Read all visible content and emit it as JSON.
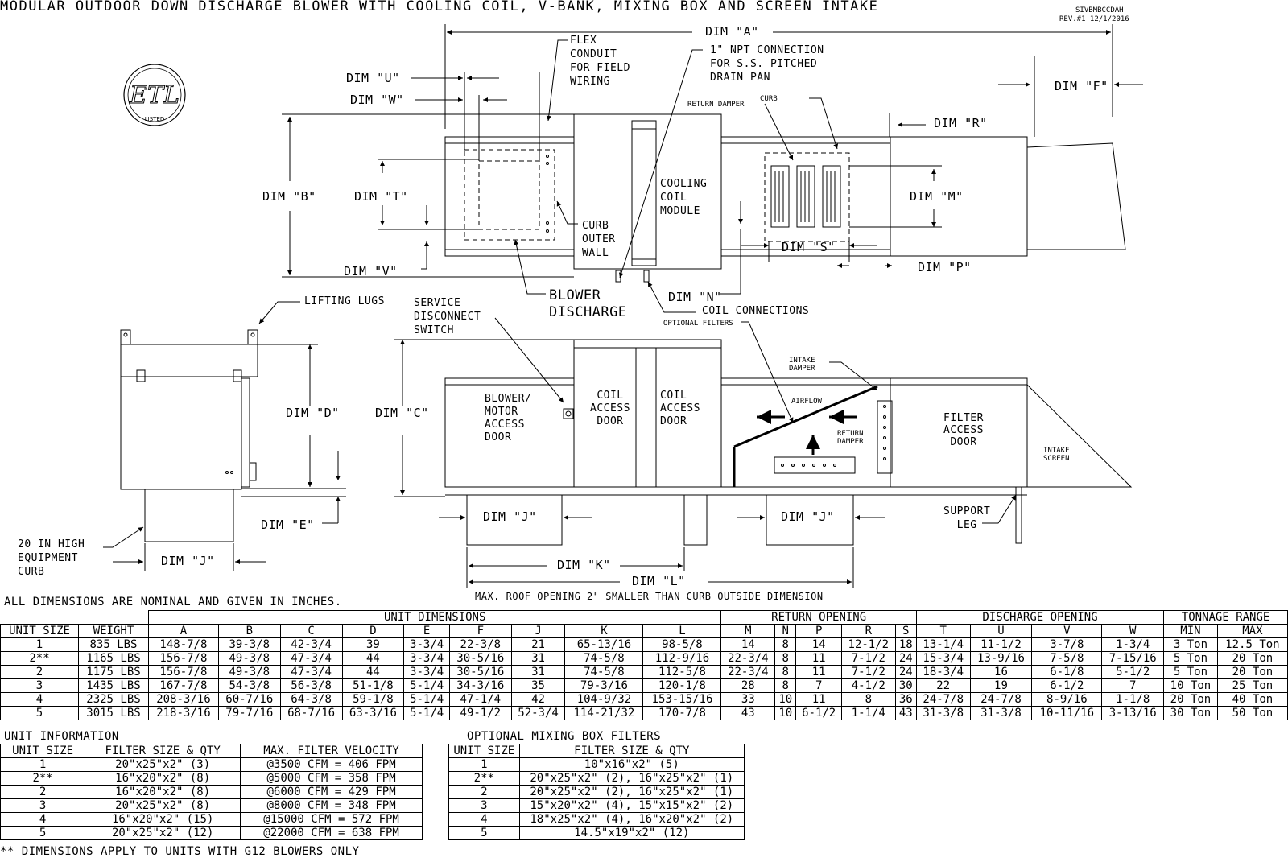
{
  "title": "MODULAR OUTDOOR DOWN DISCHARGE BLOWER WITH COOLING COIL, V-BANK, MIXING BOX AND SCREEN INTAKE",
  "revision": {
    "code": "SIVBMBCCDAH",
    "rev": "REV.#1 12/1/2016"
  },
  "logo": {
    "text": "ETL",
    "sub": "LISTED"
  },
  "labels": {
    "dim_a": "DIM \"A\"",
    "dim_b": "DIM \"B\"",
    "dim_c": "DIM \"C\"",
    "dim_d": "DIM \"D\"",
    "dim_e": "DIM \"E\"",
    "dim_f": "DIM \"F\"",
    "dim_j1": "DIM \"J\"",
    "dim_j2": "DIM \"J\"",
    "dim_j3": "DIM \"J\"",
    "dim_k": "DIM \"K\"",
    "dim_l": "DIM \"L\"",
    "dim_m": "DIM \"M\"",
    "dim_n": "DIM \"N\"",
    "dim_p": "DIM \"P\"",
    "dim_r": "DIM \"R\"",
    "dim_s": "DIM \"S\"",
    "dim_t": "DIM \"T\"",
    "dim_u": "DIM \"U\"",
    "dim_v": "DIM \"V\"",
    "dim_w": "DIM \"W\"",
    "flex": "FLEX\nCONDUIT\nFOR FIELD\nWIRING",
    "npt": "1\" NPT CONNECTION\nFOR S.S. PITCHED\nDRAIN PAN",
    "return_damper_top": "RETURN DAMPER",
    "curb_top": "CURB",
    "cooling_coil": "COOLING\nCOIL\nMODULE",
    "curb_outer": "CURB\nOUTER\nWALL",
    "blower_discharge": "BLOWER\nDISCHARGE",
    "coil_connections": "COIL CONNECTIONS",
    "lifting_lugs": "LIFTING LUGS",
    "service_disconnect": "SERVICE\nDISCONNECT\nSWITCH",
    "optional_filters": "OPTIONAL FILTERS",
    "intake_damper": "INTAKE\nDAMPER",
    "airflow": "AIRFLOW",
    "return_damper_side": "RETURN\nDAMPER",
    "blower_motor": "BLOWER/\nMOTOR\nACCESS\nDOOR",
    "coil_access1": "COIL\nACCESS\nDOOR",
    "coil_access2": "COIL\nACCESS\nDOOR",
    "filter_access": "FILTER\nACCESS\nDOOR",
    "intake_screen": "INTAKE\nSCREEN",
    "support_leg": "SUPPORT\nLEG",
    "curb_20in": "20 IN HIGH\nEQUIPMENT\nCURB",
    "roof_opening": "MAX. ROOF OPENING 2\" SMALLER THAN CURB OUTSIDE DIMENSION"
  },
  "nominal_note": "ALL DIMENSIONS ARE NOMINAL AND GIVEN IN INCHES.",
  "main_table": {
    "group_headers": [
      "UNIT DIMENSIONS",
      "RETURN OPENING",
      "DISCHARGE OPENING",
      "TONNAGE RANGE"
    ],
    "columns": [
      "UNIT SIZE",
      "WEIGHT",
      "A",
      "B",
      "C",
      "D",
      "E",
      "F",
      "J",
      "K",
      "L",
      "M",
      "N",
      "P",
      "R",
      "S",
      "T",
      "U",
      "V",
      "W",
      "MIN",
      "MAX"
    ],
    "rows": [
      [
        "1",
        "835 LBS",
        "148-7/8",
        "39-3/8",
        "42-3/4",
        "39",
        "3-3/4",
        "22-3/8",
        "21",
        "65-13/16",
        "98-5/8",
        "14",
        "8",
        "14",
        "12-1/2",
        "18",
        "13-1/4",
        "11-1/2",
        "3-7/8",
        "1-3/4",
        "3 Ton",
        "12.5 Ton"
      ],
      [
        "2**",
        "1165 LBS",
        "156-7/8",
        "49-3/8",
        "47-3/4",
        "44",
        "3-3/4",
        "30-5/16",
        "31",
        "74-5/8",
        "112-9/16",
        "22-3/4",
        "8",
        "11",
        "7-1/2",
        "24",
        "15-3/4",
        "13-9/16",
        "7-5/8",
        "7-15/16",
        "5 Ton",
        "20 Ton"
      ],
      [
        "2",
        "1175 LBS",
        "156-7/8",
        "49-3/8",
        "47-3/4",
        "44",
        "3-3/4",
        "30-5/16",
        "31",
        "74-5/8",
        "112-5/8",
        "22-3/4",
        "8",
        "11",
        "7-1/2",
        "24",
        "18-3/4",
        "16",
        "6-1/8",
        "5-1/2",
        "5 Ton",
        "20 Ton"
      ],
      [
        "3",
        "1435 LBS",
        "167-7/8",
        "54-3/8",
        "56-3/8",
        "51-1/8",
        "5-1/4",
        "34-3/16",
        "35",
        "79-3/16",
        "120-1/8",
        "28",
        "8",
        "7",
        "4-1/2",
        "30",
        "22",
        "19",
        "6-1/2",
        "7",
        "10 Ton",
        "25 Ton"
      ],
      [
        "4",
        "2325 LBS",
        "208-3/16",
        "60-7/16",
        "64-3/8",
        "59-1/8",
        "5-1/4",
        "47-1/4",
        "42",
        "104-9/32",
        "153-15/16",
        "33",
        "10",
        "11",
        "8",
        "36",
        "24-7/8",
        "24-7/8",
        "8-9/16",
        "1-1/8",
        "20 Ton",
        "40 Ton"
      ],
      [
        "5",
        "3015 LBS",
        "218-3/16",
        "79-7/16",
        "68-7/16",
        "63-3/16",
        "5-1/4",
        "49-1/2",
        "52-3/4",
        "114-21/32",
        "170-7/8",
        "43",
        "10",
        "6-1/2",
        "1-1/4",
        "43",
        "31-3/8",
        "31-3/8",
        "10-11/16",
        "3-13/16",
        "30 Ton",
        "50 Ton"
      ]
    ]
  },
  "unit_info": {
    "caption": "UNIT INFORMATION",
    "columns": [
      "UNIT SIZE",
      "FILTER SIZE & QTY",
      "MAX. FILTER VELOCITY"
    ],
    "rows": [
      [
        "1",
        "20\"x25\"x2\" (3)",
        "@3500 CFM = 406 FPM"
      ],
      [
        "2**",
        "16\"x20\"x2\" (8)",
        "@5000 CFM = 358 FPM"
      ],
      [
        "2",
        "16\"x20\"x2\" (8)",
        "@6000 CFM = 429 FPM"
      ],
      [
        "3",
        "20\"x25\"x2\" (8)",
        "@8000 CFM = 348 FPM"
      ],
      [
        "4",
        "16\"x20\"x2\" (15)",
        "@15000 CFM = 572 FPM"
      ],
      [
        "5",
        "20\"x25\"x2\" (12)",
        "@22000 CFM = 638 FPM"
      ]
    ]
  },
  "mixing_box": {
    "caption": "OPTIONAL MIXING BOX FILTERS",
    "columns": [
      "UNIT SIZE",
      "FILTER SIZE & QTY"
    ],
    "rows": [
      [
        "1",
        "10\"x16\"x2\" (5)"
      ],
      [
        "2**",
        "20\"x25\"x2\" (2), 16\"x25\"x2\" (1)"
      ],
      [
        "2",
        "20\"x25\"x2\" (2), 16\"x25\"x2\" (1)"
      ],
      [
        "3",
        "15\"x20\"x2\" (4), 15\"x15\"x2\" (2)"
      ],
      [
        "4",
        "18\"x25\"x2\" (4), 16\"x20\"x2\" (2)"
      ],
      [
        "5",
        "14.5\"x19\"x2\" (12)"
      ]
    ]
  },
  "footnote": "** DIMENSIONS APPLY TO UNITS WITH G12 BLOWERS ONLY"
}
